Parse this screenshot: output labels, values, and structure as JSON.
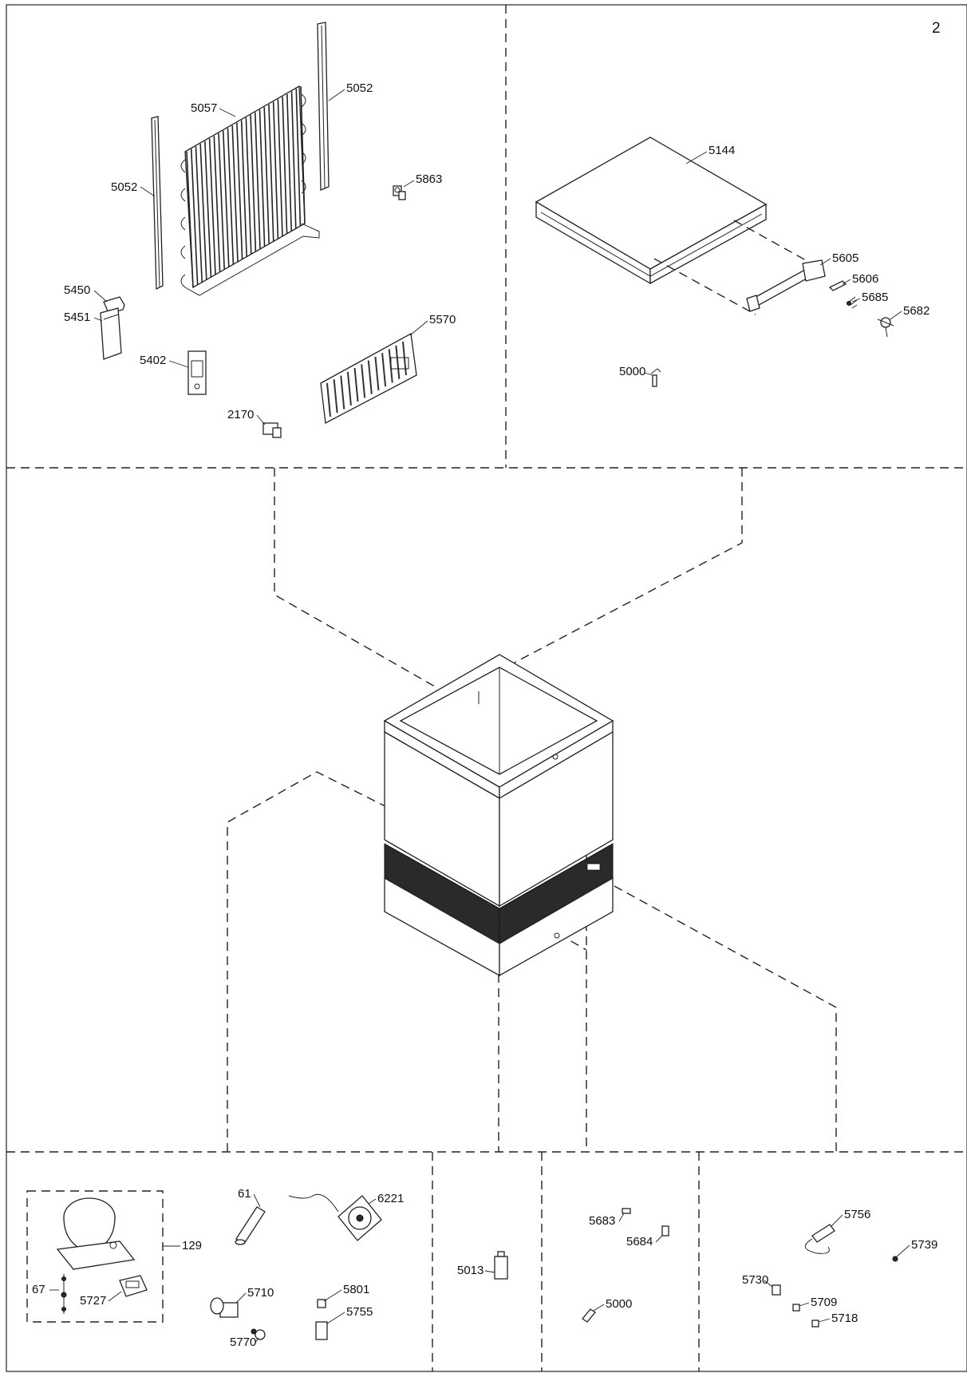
{
  "page_number": "2",
  "part_labels": {
    "p5057": "5057",
    "p5052a": "5052",
    "p5052b": "5052",
    "p5863": "5863",
    "p5450": "5450",
    "p5451": "5451",
    "p5402": "5402",
    "p5570": "5570",
    "p2170": "2170",
    "p5144": "5144",
    "p5605": "5605",
    "p5606": "5606",
    "p5685": "5685",
    "p5682": "5682",
    "p5000a": "5000",
    "p129": "129",
    "p67": "67",
    "p5727": "5727",
    "p61": "61",
    "p6221": "6221",
    "p5710": "5710",
    "p5770": "5770",
    "p5801": "5801",
    "p5755": "5755",
    "p5013": "5013",
    "p5683": "5683",
    "p5684": "5684",
    "p5000b": "5000",
    "p5756": "5756",
    "p5739": "5739",
    "p5730": "5730",
    "p5709": "5709",
    "p5718": "5718"
  },
  "icons": {
    "condenser": "condenser-coil-icon",
    "compressor": "compressor-icon",
    "fan": "fan-motor-icon",
    "cabinet": "chest-cabinet-icon",
    "lid": "lid-panel-icon"
  }
}
